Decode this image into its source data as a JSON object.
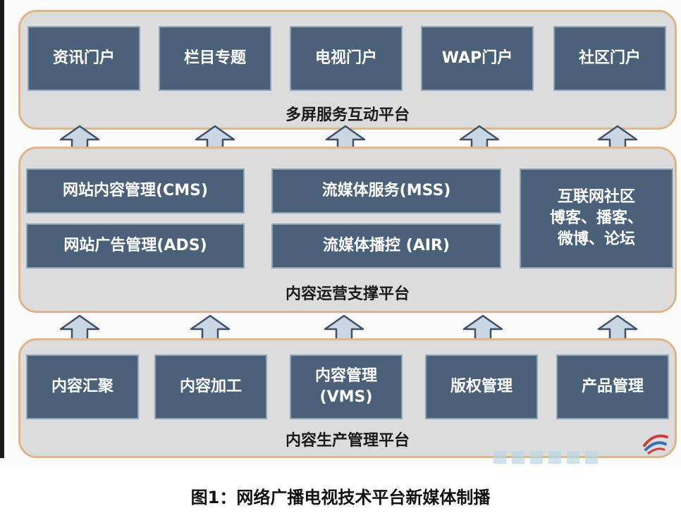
{
  "top_platform": {
    "title": "多屏服务互动平台",
    "items": [
      "资讯门户",
      "栏目专题",
      "电视门户",
      "WAP门户",
      "社区门户"
    ]
  },
  "middle_platform": {
    "title": "内容运营支撑平台",
    "items": [
      "网站内容管理(CMS)",
      "网站广告管理(ADS)",
      "流媒体服务(MSS)",
      "流媒体播控 (AIR)",
      "互联网社区\n博客、播客、\n微博、论坛"
    ]
  },
  "bottom_platform": {
    "title": "内容生产管理平台",
    "items": [
      "内容汇聚",
      "内容加工",
      "内容管理\n(VMS)",
      "版权管理",
      "产品管理"
    ]
  },
  "colors": {
    "box_fill": "#4a6179",
    "platform_fill": "#dcdcdc",
    "platform_border": "#ddb587",
    "arrow_fill": "#c9d6e3",
    "arrow_stroke": "#3e5166"
  },
  "caption": "图1：网络广播电视技术平台新媒体制播"
}
